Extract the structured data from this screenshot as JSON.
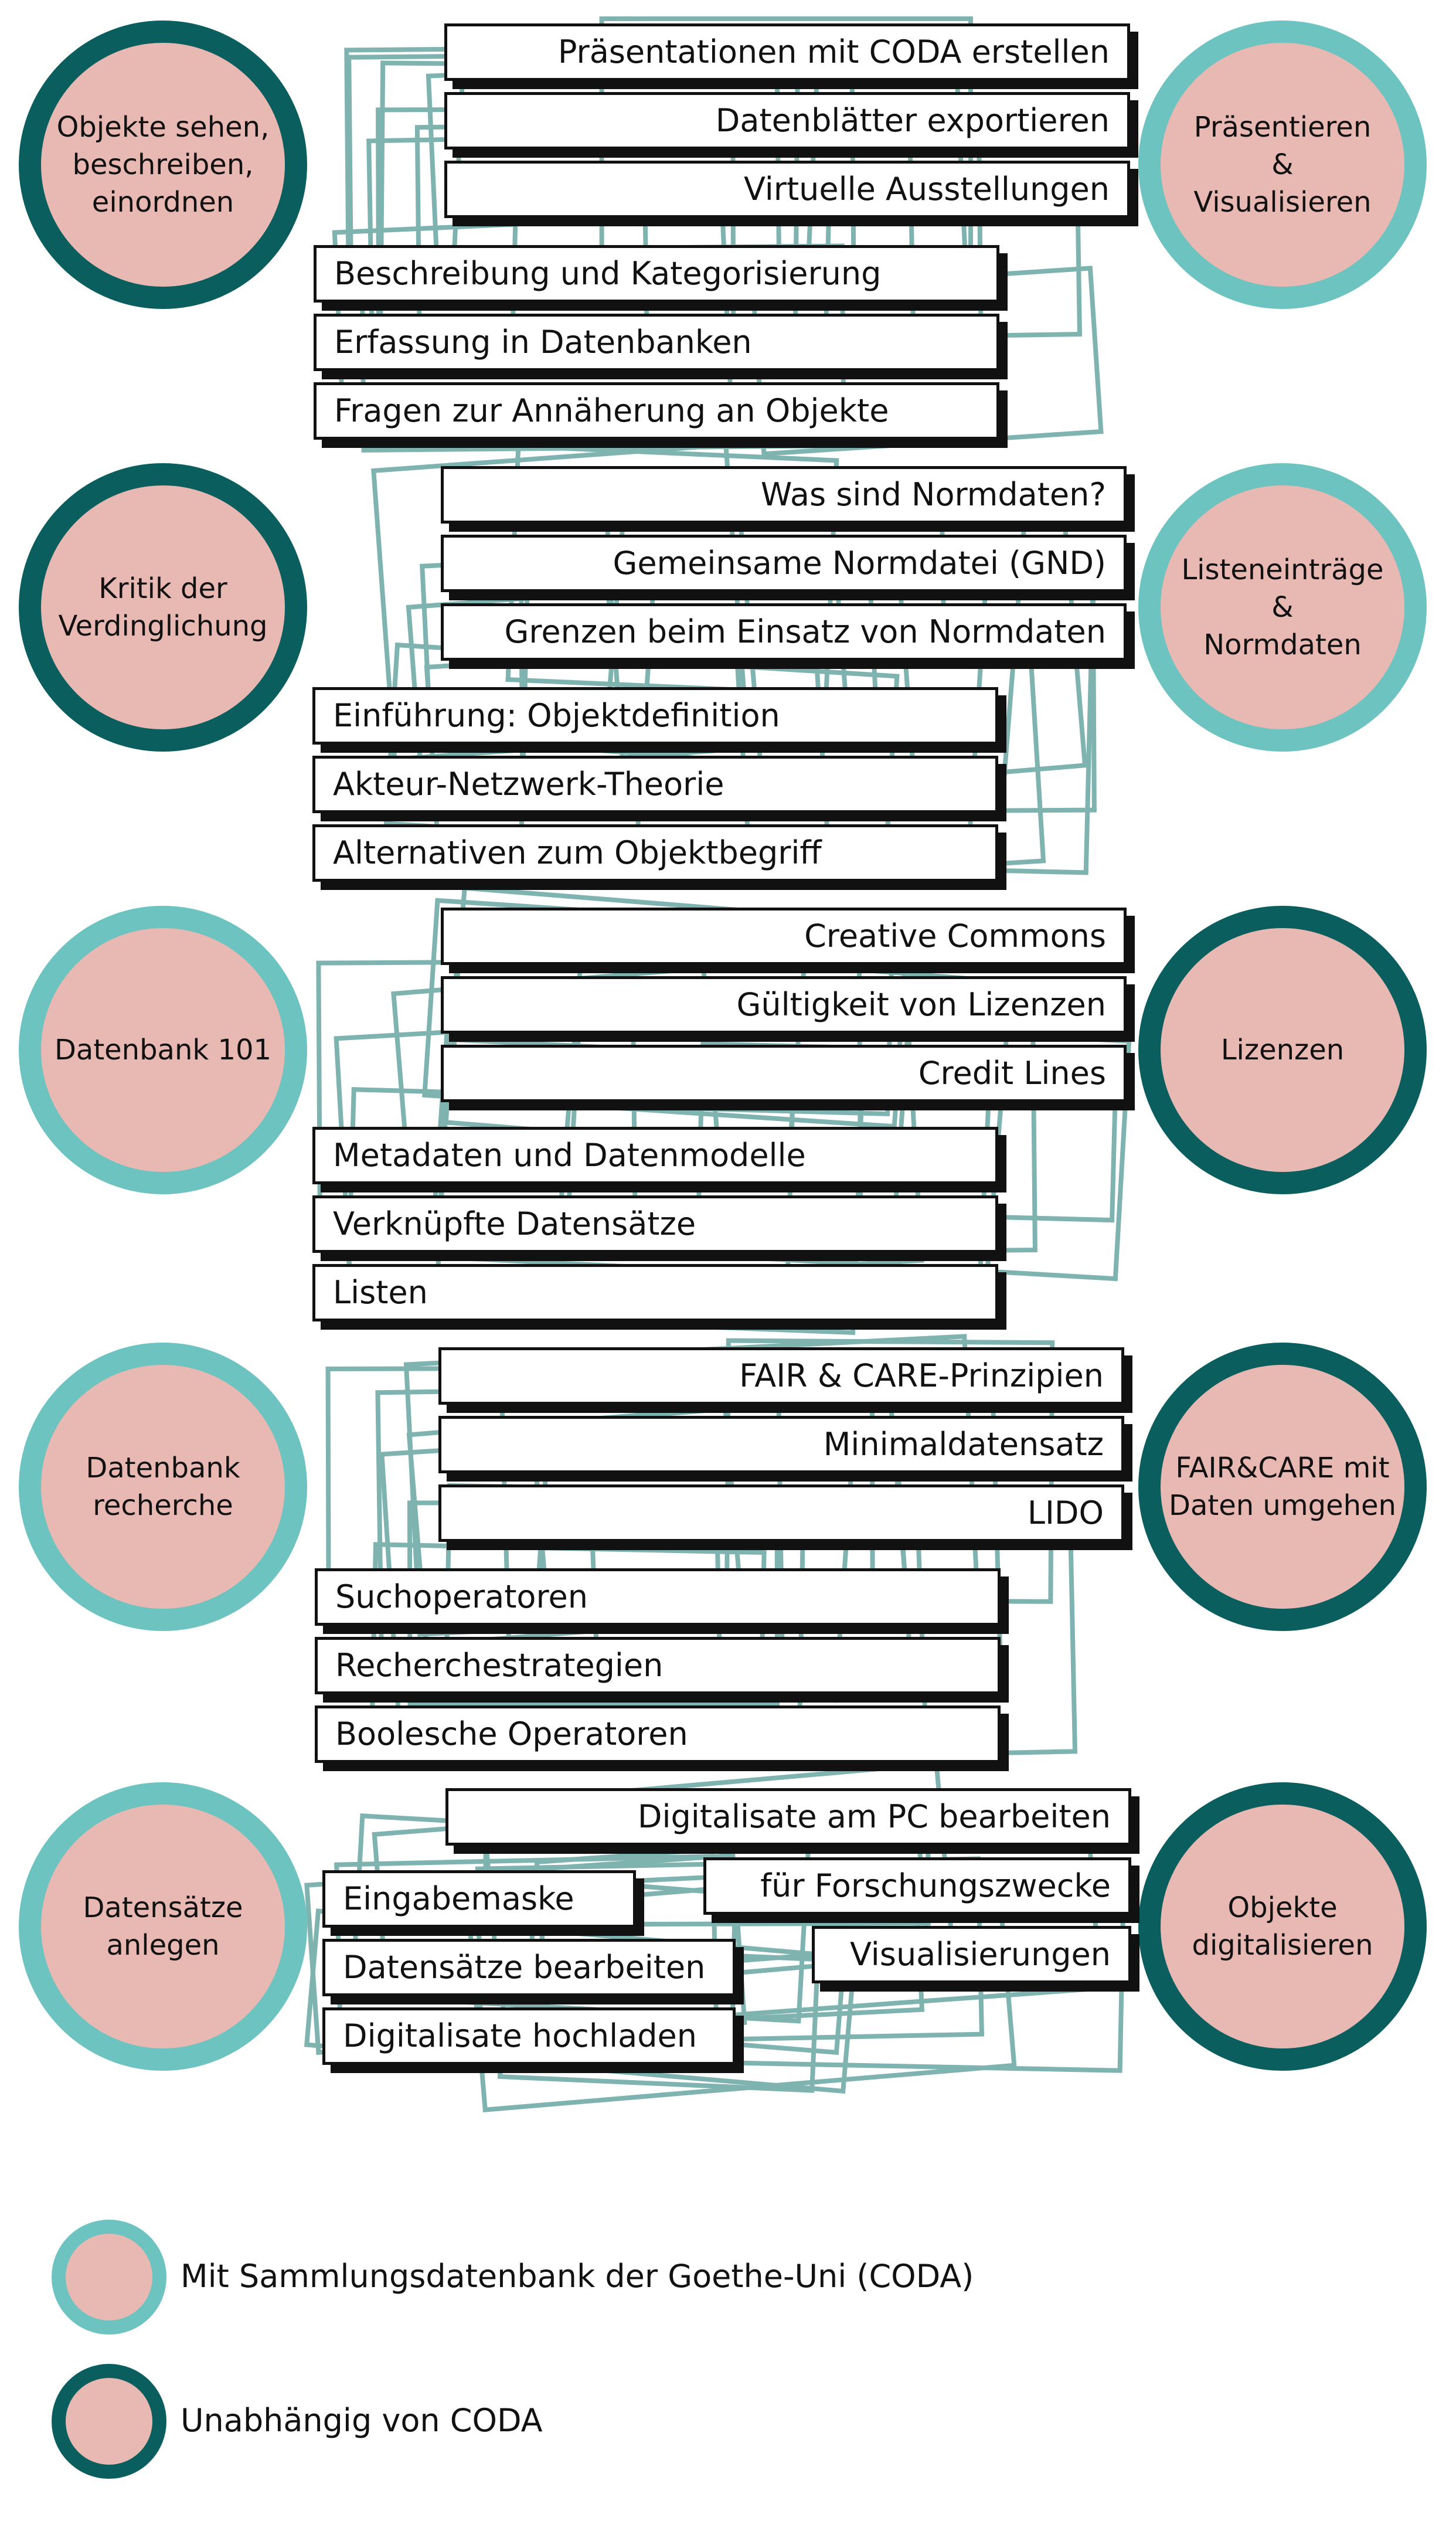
{
  "colors": {
    "light_ring": "#6cc3bf",
    "dark_ring": "#0b5e5e",
    "circle_fill": "#e8b8b3",
    "outline_lines": "#7fb3b0"
  },
  "circles": [
    {
      "label": "Objekte sehen,\nbeschreiben,\neinordnen",
      "ring": "dark"
    },
    {
      "label": "Präsentieren\n&\nVisualisieren",
      "ring": "light"
    },
    {
      "label": "Kritik der\nVerdinglichung",
      "ring": "dark"
    },
    {
      "label": "Listeneinträge\n&\nNormdaten",
      "ring": "light"
    },
    {
      "label": "Datenbank 101",
      "ring": "light"
    },
    {
      "label": "Lizenzen",
      "ring": "dark"
    },
    {
      "label": "Datenbank\nrecherche",
      "ring": "light"
    },
    {
      "label": "FAIR&CARE mit\nDaten umgehen",
      "ring": "dark"
    },
    {
      "label": "Datensätze\nanlegen",
      "ring": "light"
    },
    {
      "label": "Objekte\ndigitalisieren",
      "ring": "dark"
    }
  ],
  "topics": [
    "Präsentationen mit CODA erstellen",
    "Datenblätter exportieren",
    "Virtuelle Ausstellungen",
    "Beschreibung und Kategorisierung",
    "Erfassung in Datenbanken",
    "Fragen zur Annäherung an Objekte",
    "Was sind Normdaten?",
    "Gemeinsame Normdatei (GND)",
    "Grenzen beim Einsatz von Normdaten",
    "Einführung: Objektdefinition",
    "Akteur-Netzwerk-Theorie",
    "Alternativen zum Objektbegriff",
    "Creative Commons",
    "Gültigkeit von Lizenzen",
    "Credit Lines",
    "Metadaten und Datenmodelle",
    "Verknüpfte Datensätze",
    "Listen",
    "FAIR & CARE-Prinzipien",
    "Minimaldatensatz",
    "LIDO",
    "Suchoperatoren",
    "Recherchestrategien",
    "Boolesche Operatoren",
    "Digitalisate am PC bearbeiten",
    "Eingabemaske",
    "für Forschungszwecke",
    "Datensätze bearbeiten",
    "Visualisierungen",
    "Digitalisate hochladen"
  ],
  "legend": [
    {
      "ring": "light",
      "text": "Mit Sammlungsdatenbank der Goethe-Uni (CODA)"
    },
    {
      "ring": "dark",
      "text": "Unabhängig von CODA"
    }
  ]
}
